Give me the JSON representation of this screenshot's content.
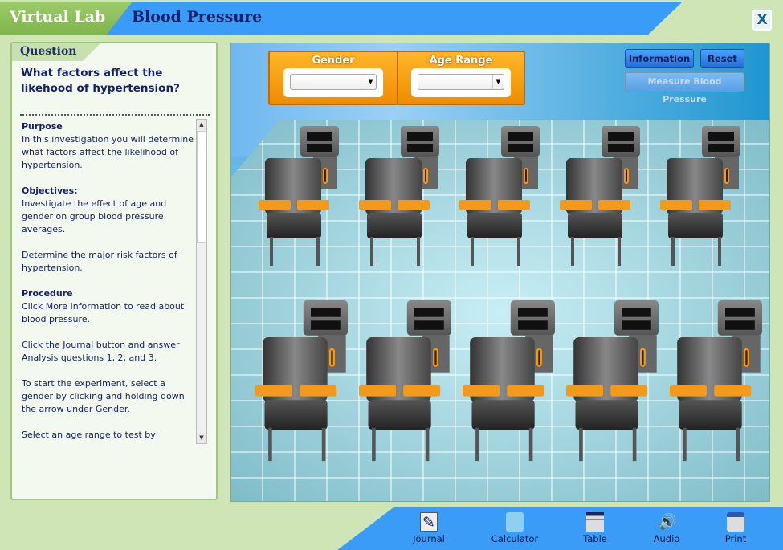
{
  "header": {
    "brand": "Virtual Lab",
    "title": "Blood Pressure",
    "close_label": "X"
  },
  "question": {
    "tab": "Question",
    "text": "What factors affect the likehood of hypertension?"
  },
  "sections": [
    {
      "heading": "Purpose",
      "paras": [
        "In this investigation you will determine what factors affect the likelihood of hypertension."
      ]
    },
    {
      "heading": "Objectives:",
      "paras": [
        " Investigate the effect of age and gender on group blood pressure averages.",
        " Determine the major risk factors of hypertension."
      ]
    },
    {
      "heading": "Procedure",
      "paras": [
        "Click More Information to read about blood pressure.",
        "Click the Journal button and answer Analysis questions 1, 2, and 3.",
        "To start the experiment, select a gender by clicking and holding down the arrow under Gender.",
        "Select an age range to test by"
      ]
    }
  ],
  "controls": {
    "gender_label": "Gender",
    "gender_value": "",
    "age_label": "Age Range",
    "age_value": ""
  },
  "buttons": {
    "information": "Information",
    "reset": "Reset",
    "measure": "Measure Blood Pressure"
  },
  "toolbar": {
    "journal": "Journal",
    "calculator": "Calculator",
    "table": "Table",
    "audio": "Audio",
    "print": "Print"
  }
}
